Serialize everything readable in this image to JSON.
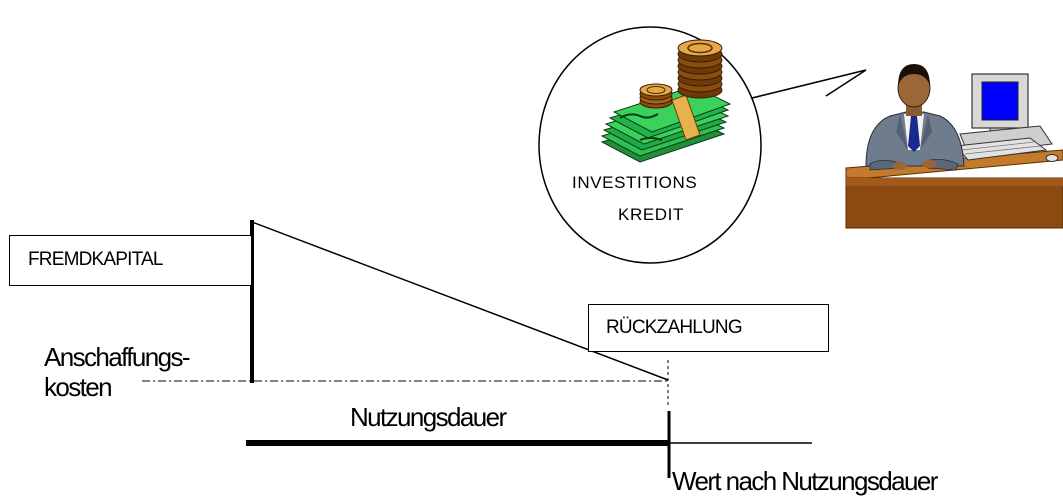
{
  "bubble": {
    "line1": "INVESTITIONS",
    "line2": "KREDIT"
  },
  "labels": {
    "fremdkapital": "FREMDKAPITAL",
    "rueckzahlung": "RÜCKZAHLUNG",
    "anschaffungskosten_1": "Anschaffungs-",
    "anschaffungskosten_2": "kosten",
    "nutzungsdauer": "Nutzungsdauer",
    "wert_nach_nutzungsdauer": "Wert nach Nutzungsdauer"
  },
  "icons": [
    "money-icon",
    "coins-icon",
    "businessman-icon",
    "computer-icon",
    "desk-icon"
  ],
  "colors": {
    "banknote": "#22b14c",
    "coin": "#c87a1a",
    "desk": "#8b4a12",
    "suit": "#6f7c8e",
    "monitor_screen": "#0000ff"
  }
}
